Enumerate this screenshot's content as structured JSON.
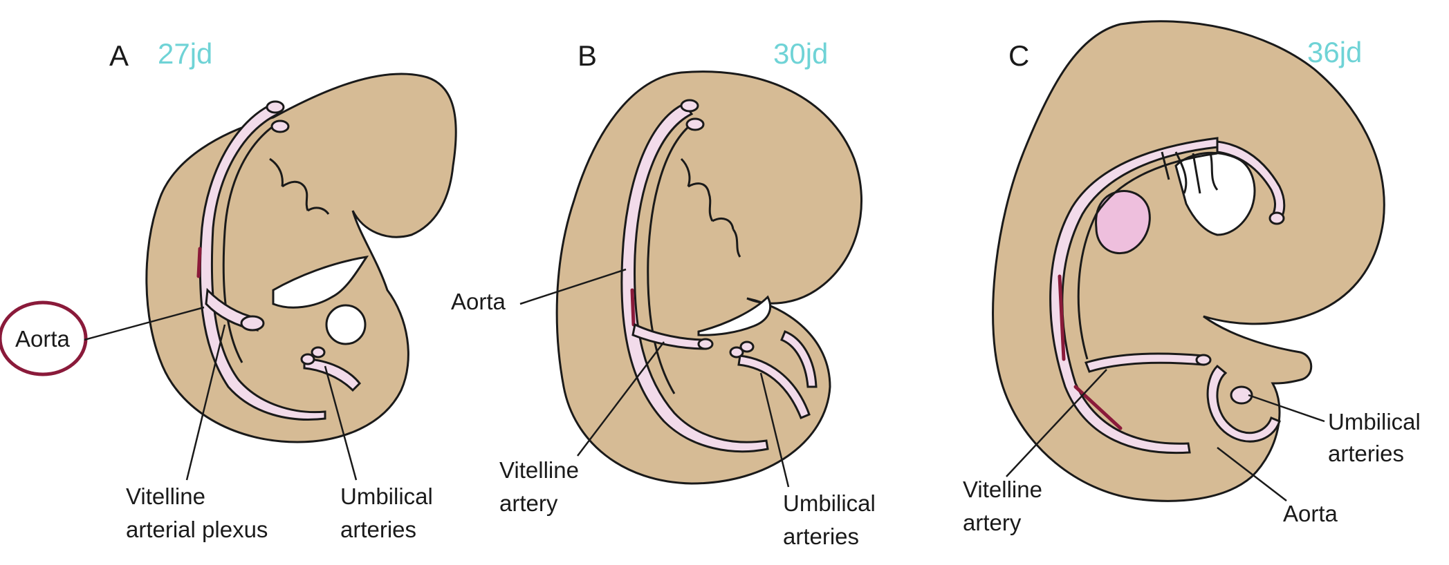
{
  "panels": [
    {
      "letter": "A",
      "age": "27jd",
      "labels": {
        "aorta": "Aorta",
        "vitelline_line1": "Vitelline",
        "vitelline_line2": "arterial plexus",
        "umbilical_line1": "Umbilical",
        "umbilical_line2": "arteries"
      }
    },
    {
      "letter": "B",
      "age": "30jd",
      "labels": {
        "aorta": "Aorta",
        "vitelline_line1": "Vitelline",
        "vitelline_line2": "artery",
        "umbilical_line1": "Umbilical",
        "umbilical_line2": "arteries"
      }
    },
    {
      "letter": "C",
      "age": "36jd",
      "labels": {
        "aorta": "Aorta",
        "vitelline_line1": "Vitelline",
        "vitelline_line2": "artery",
        "umbilical_line1": "Umbilical",
        "umbilical_line2": "arteries"
      }
    }
  ],
  "colors": {
    "tissue": "#d6bb95",
    "vessel": "#f2dbea",
    "age_text": "#6fd3d6",
    "highlight_circle": "#8a1a3a",
    "blood": "#8a1a3a"
  }
}
